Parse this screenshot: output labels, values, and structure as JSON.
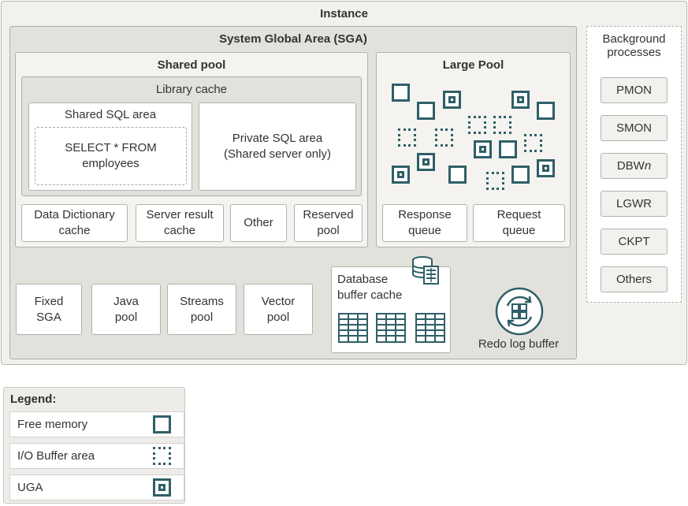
{
  "instance": {
    "title": "Instance"
  },
  "sga": {
    "title": "System Global Area (SGA)"
  },
  "shared_pool": {
    "title": "Shared pool",
    "library_cache": {
      "title": "Library cache",
      "shared_sql_area": {
        "title": "Shared SQL area",
        "statement": "SELECT * FROM\nemployees"
      },
      "private_sql_area": "Private SQL area\n(Shared server only)"
    },
    "items": [
      "Data Dictionary\ncache",
      "Server result\ncache",
      "Other",
      "Reserved\npool"
    ]
  },
  "large_pool": {
    "title": "Large Pool",
    "queues": [
      "Response\nqueue",
      "Request\nqueue"
    ]
  },
  "bottom_pools": [
    "Fixed\nSGA",
    "Java\npool",
    "Streams\npool",
    "Vector\npool"
  ],
  "db_buffer_cache": {
    "title": "Database\nbuffer cache"
  },
  "redo_log_buffer": {
    "title": "Redo log buffer"
  },
  "background_processes": {
    "title": "Background\nprocesses",
    "items": [
      {
        "pre": "PMON",
        "italic": ""
      },
      {
        "pre": "SMON",
        "italic": ""
      },
      {
        "pre": "DBW",
        "italic": "n"
      },
      {
        "pre": "LGWR",
        "italic": ""
      },
      {
        "pre": "CKPT",
        "italic": ""
      },
      {
        "pre": "Others",
        "italic": ""
      }
    ]
  },
  "legend": {
    "title": "Legend:",
    "items": [
      {
        "label": "Free memory",
        "icon": "free-memory-icon"
      },
      {
        "label": "I/O Buffer area",
        "icon": "io-buffer-icon"
      },
      {
        "label": "UGA",
        "icon": "uga-icon"
      }
    ]
  },
  "colors": {
    "accent": "#2f5f68",
    "panel": "#e3e1dc",
    "instance_bg": "#f2f1ee"
  }
}
